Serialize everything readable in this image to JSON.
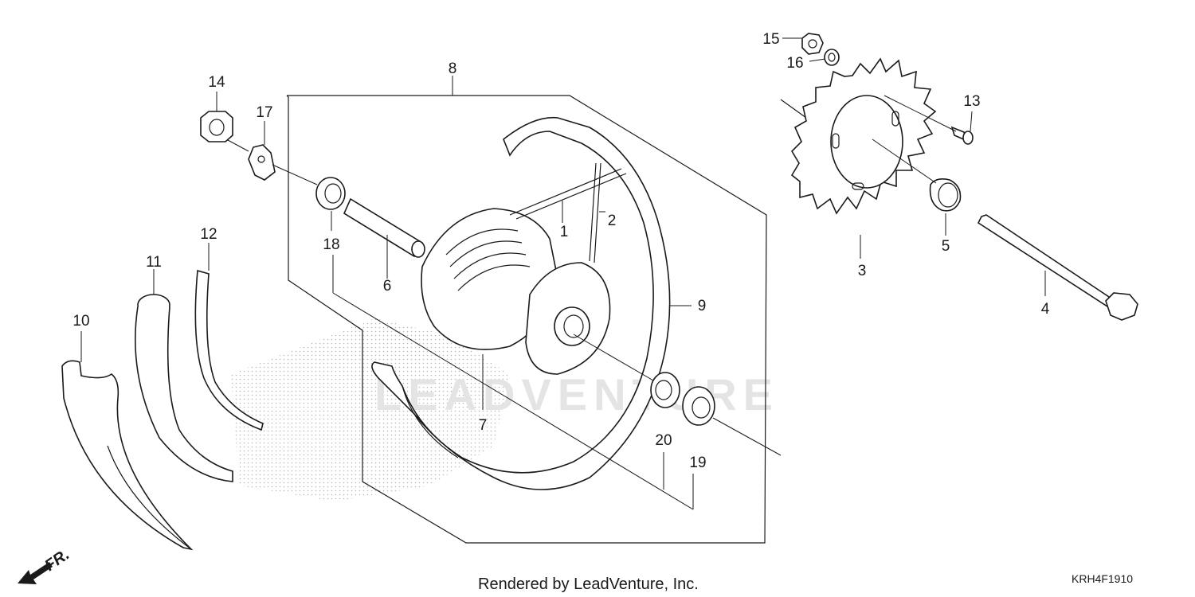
{
  "diagram": {
    "callouts": [
      {
        "id": "c1",
        "text": "1"
      },
      {
        "id": "c2",
        "text": "2"
      },
      {
        "id": "c3",
        "text": "3"
      },
      {
        "id": "c4",
        "text": "4"
      },
      {
        "id": "c5",
        "text": "5"
      },
      {
        "id": "c6",
        "text": "6"
      },
      {
        "id": "c7",
        "text": "7"
      },
      {
        "id": "c8",
        "text": "8"
      },
      {
        "id": "c9",
        "text": "9"
      },
      {
        "id": "c10",
        "text": "10"
      },
      {
        "id": "c11",
        "text": "11"
      },
      {
        "id": "c12",
        "text": "12"
      },
      {
        "id": "c13",
        "text": "13"
      },
      {
        "id": "c14",
        "text": "14"
      },
      {
        "id": "c15",
        "text": "15"
      },
      {
        "id": "c16",
        "text": "16"
      },
      {
        "id": "c17",
        "text": "17"
      },
      {
        "id": "c18",
        "text": "18"
      },
      {
        "id": "c19",
        "text": "19"
      },
      {
        "id": "c20",
        "text": "20"
      }
    ],
    "direction_label": "FR.",
    "footer": "Rendered by LeadVenture, Inc.",
    "diagram_code": "KRH4F1910",
    "watermark": "LEADVENTURE",
    "colors": {
      "line": "#1a1a1a",
      "background": "#ffffff",
      "watermark": "#e4e4e4"
    }
  }
}
